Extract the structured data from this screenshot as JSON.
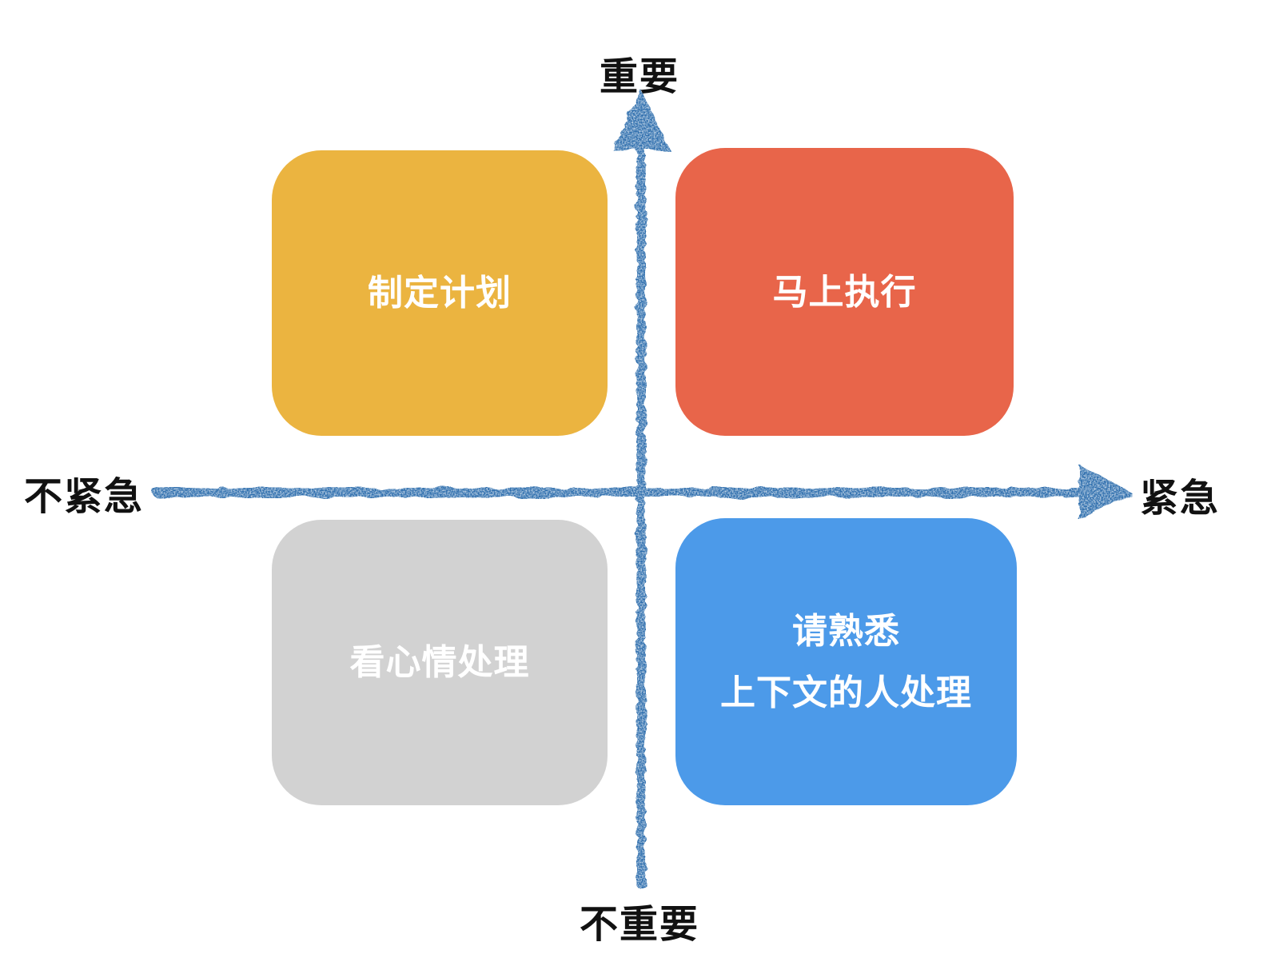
{
  "diagram": {
    "type": "eisenhower-priority-matrix",
    "background_color": "#FFFFFF",
    "axes": {
      "axis_color": "#2D6EAD",
      "top_label": "重要",
      "bottom_label": "不重要",
      "left_label": "不紧急",
      "right_label": "紧急"
    },
    "quadrants": {
      "top_left": {
        "label": "制定计划",
        "color": "#EBB440",
        "text_color": "#FFFFFF",
        "position": "important + not urgent"
      },
      "top_right": {
        "label": "马上执行",
        "color": "#E8654A",
        "text_color": "#FFFFFF",
        "position": "important + urgent"
      },
      "bottom_left": {
        "label": "看心情处理",
        "color": "#D2D2D2",
        "text_color": "#FFFFFF",
        "position": "not important + not urgent"
      },
      "bottom_right": {
        "label": "请熟悉\n上下文的人处理",
        "color": "#4C9AE9",
        "text_color": "#FFFFFF",
        "position": "not important + urgent"
      }
    }
  }
}
